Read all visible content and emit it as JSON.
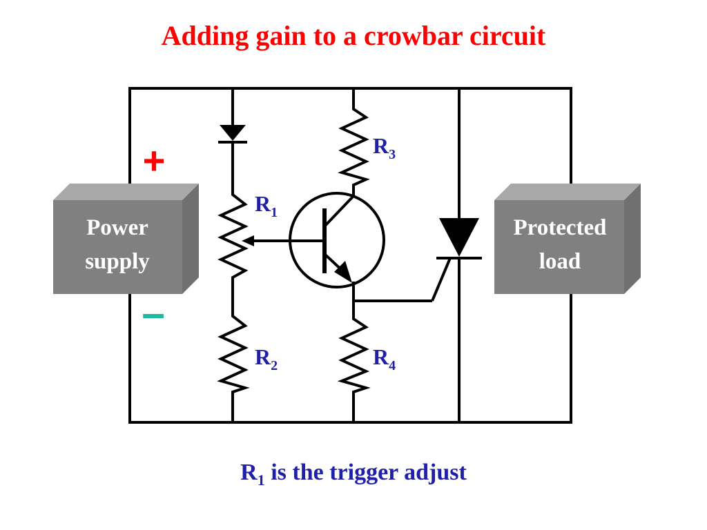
{
  "title": "Adding gain to a crowbar circuit",
  "power_supply": {
    "line1": "Power",
    "line2": "supply",
    "plus": "+",
    "minus": "–"
  },
  "load": {
    "line1": "Protected",
    "line2": "load"
  },
  "labels": {
    "R1": {
      "main": "R",
      "sub": "1"
    },
    "R2": {
      "main": "R",
      "sub": "2"
    },
    "R3": {
      "main": "R",
      "sub": "3"
    },
    "R4": {
      "main": "R",
      "sub": "4"
    }
  },
  "caption": {
    "main": "R",
    "sub": "1",
    "rest": " is the trigger adjust"
  },
  "colors": {
    "title": "#ff0000",
    "label": "#1f1fa8",
    "plus": "#ff0000",
    "minus": "#1abc9c",
    "box": "#808080"
  }
}
